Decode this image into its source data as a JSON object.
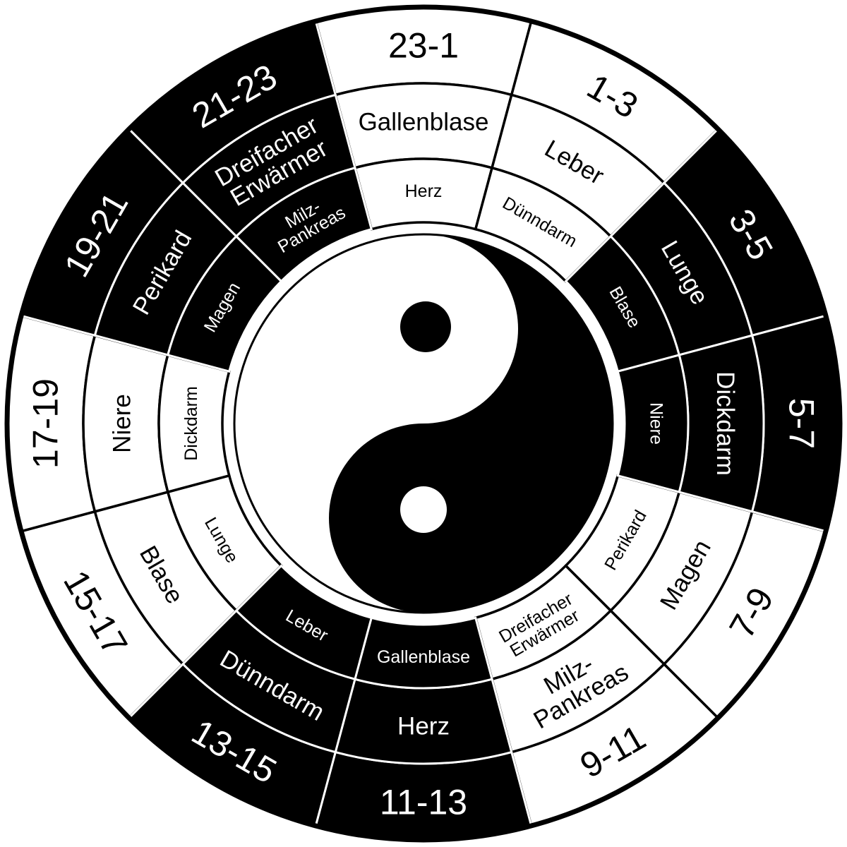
{
  "title": "Organuhr",
  "colors": {
    "dark": "#000000",
    "light": "#ffffff"
  },
  "segment_shading": [
    "light",
    "light",
    "dark",
    "dark",
    "light",
    "light",
    "dark",
    "dark",
    "light",
    "light",
    "dark",
    "dark"
  ],
  "rings": {
    "time": [
      "23-1",
      "1-3",
      "3-5",
      "5-7",
      "7-9",
      "9-11",
      "11-13",
      "13-15",
      "15-17",
      "17-19",
      "19-21",
      "21-23"
    ],
    "organs_outer": [
      "Gallenblase",
      "Leber",
      "Lunge",
      "Dickdarm",
      "Magen",
      "Milz-\nPankreas",
      "Herz",
      "Dünndarm",
      "Blase",
      "Niere",
      "Perikard",
      "Dreifacher\nErwärmer"
    ],
    "organs_inner": [
      "Herz",
      "Dünndarm",
      "Blase",
      "Niere",
      "Perikard",
      "Dreifacher\nErwärmer",
      "Gallenblase",
      "Leber",
      "Lunge",
      "Dickdarm",
      "Magen",
      "Milz-\nPankreas"
    ]
  },
  "center_symbol": "yin-yang-icon"
}
